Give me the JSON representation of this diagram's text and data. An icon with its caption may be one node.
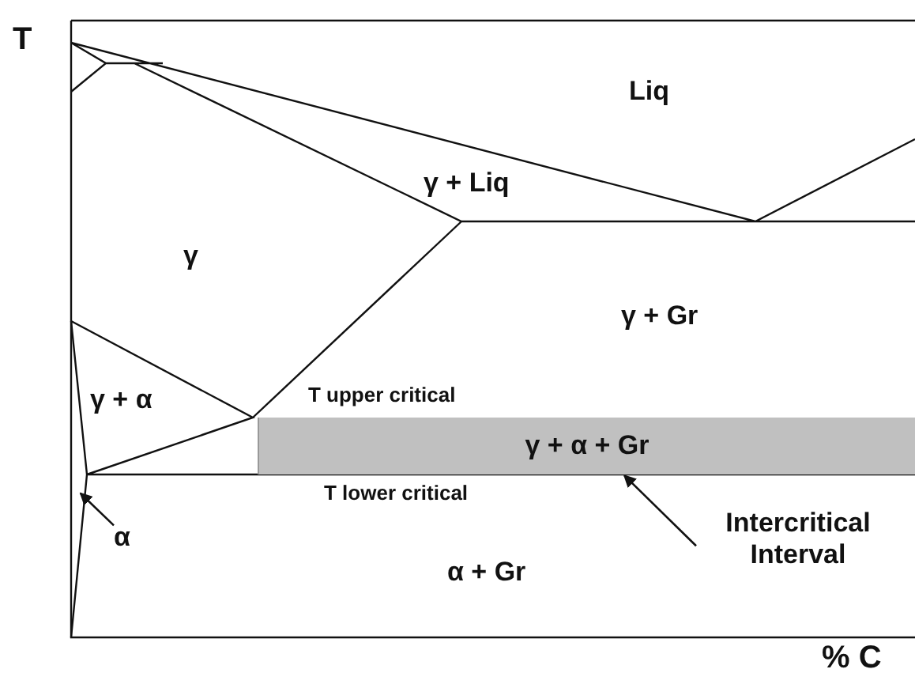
{
  "diagram": {
    "nodes": [
      {
        "text": [
          "γ + α + Gr"
        ]
      },
      {
        "text": [
          "Intercritical Interval"
        ]
      },
      {
        "text": [
          "α"
        ]
      }
    ],
    "edges": [
      {
        "from": 1,
        "to": 0,
        "arrow": "to"
      },
      {
        "from": 2,
        "to": null,
        "arrow": "to"
      }
    ],
    "labels": [
      "T",
      "Liq",
      "γ + Liq",
      "γ",
      "γ + Gr",
      "γ + α",
      "T upper critical",
      "T lower critical",
      "α + Gr",
      "% C"
    ]
  }
}
